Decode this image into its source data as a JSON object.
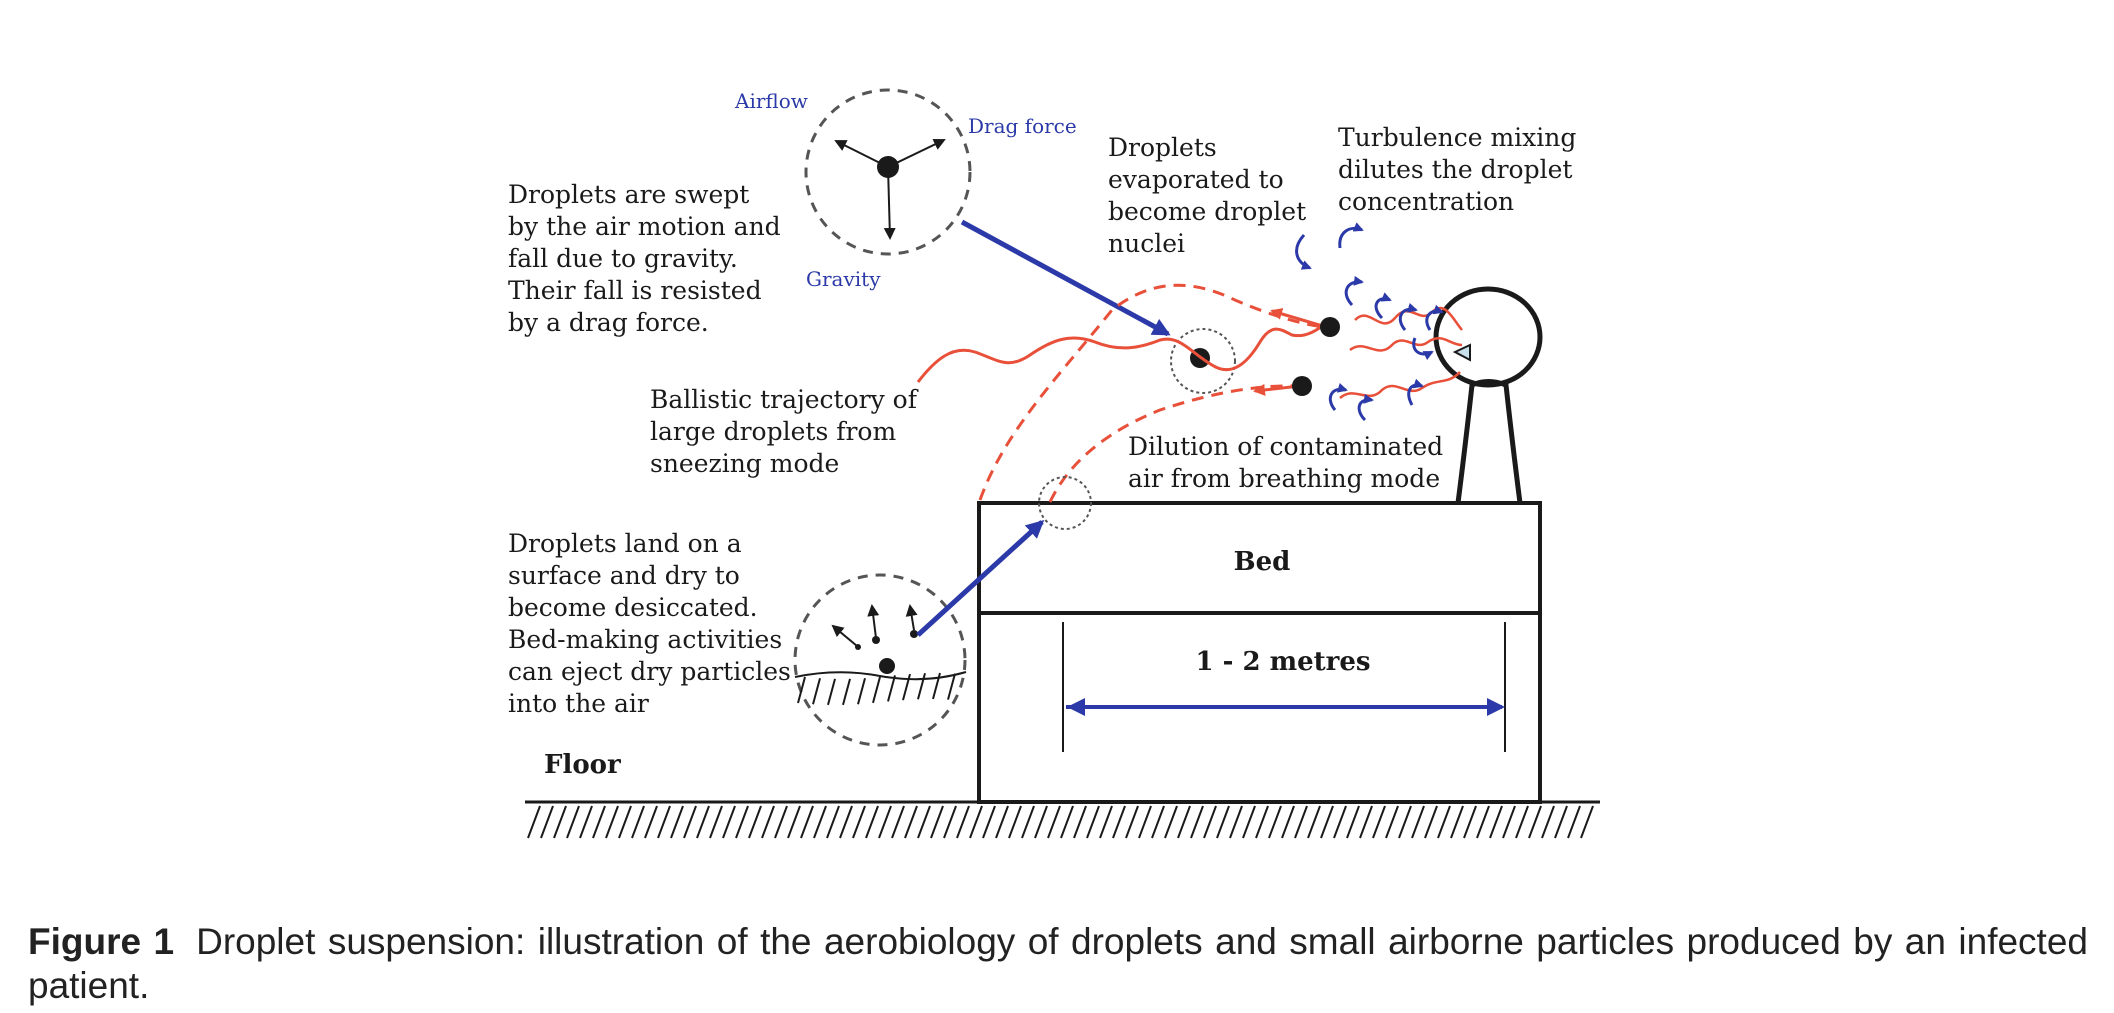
{
  "diagram": {
    "colors": {
      "ink": "#1a1a1a",
      "arrow_blue": "#2b3aa8",
      "trajectory_red": "#e8503a"
    },
    "force_labels": {
      "airflow": "Airflow",
      "drag": "Drag force",
      "gravity": "Gravity"
    },
    "notes": {
      "swept": [
        "Droplets are swept",
        "by the air motion and",
        "fall due to gravity.",
        "Their fall is resisted",
        "by a drag force."
      ],
      "evaporated": [
        "Droplets",
        "evaporated to",
        "become droplet",
        "nuclei"
      ],
      "turbulence": [
        "Turbulence  mixing",
        "dilutes the droplet",
        "concentration"
      ],
      "ballistic": [
        "Ballistic trajectory of",
        "large droplets from",
        "sneezing mode"
      ],
      "dilution": [
        "Dilution of contaminated",
        "air from breathing mode"
      ],
      "land": [
        "Droplets land on a",
        "surface and dry to",
        "become desiccated.",
        "Bed-making activities",
        "can eject dry particles",
        "into the air"
      ]
    },
    "bed_label": "Bed",
    "distance_label": "1 - 2 metres",
    "floor_label": "Floor"
  },
  "caption": {
    "label": "Figure 1",
    "text": "Droplet suspension: illustration of the aerobiology of droplets and small airborne particles produced by an infected patient."
  }
}
